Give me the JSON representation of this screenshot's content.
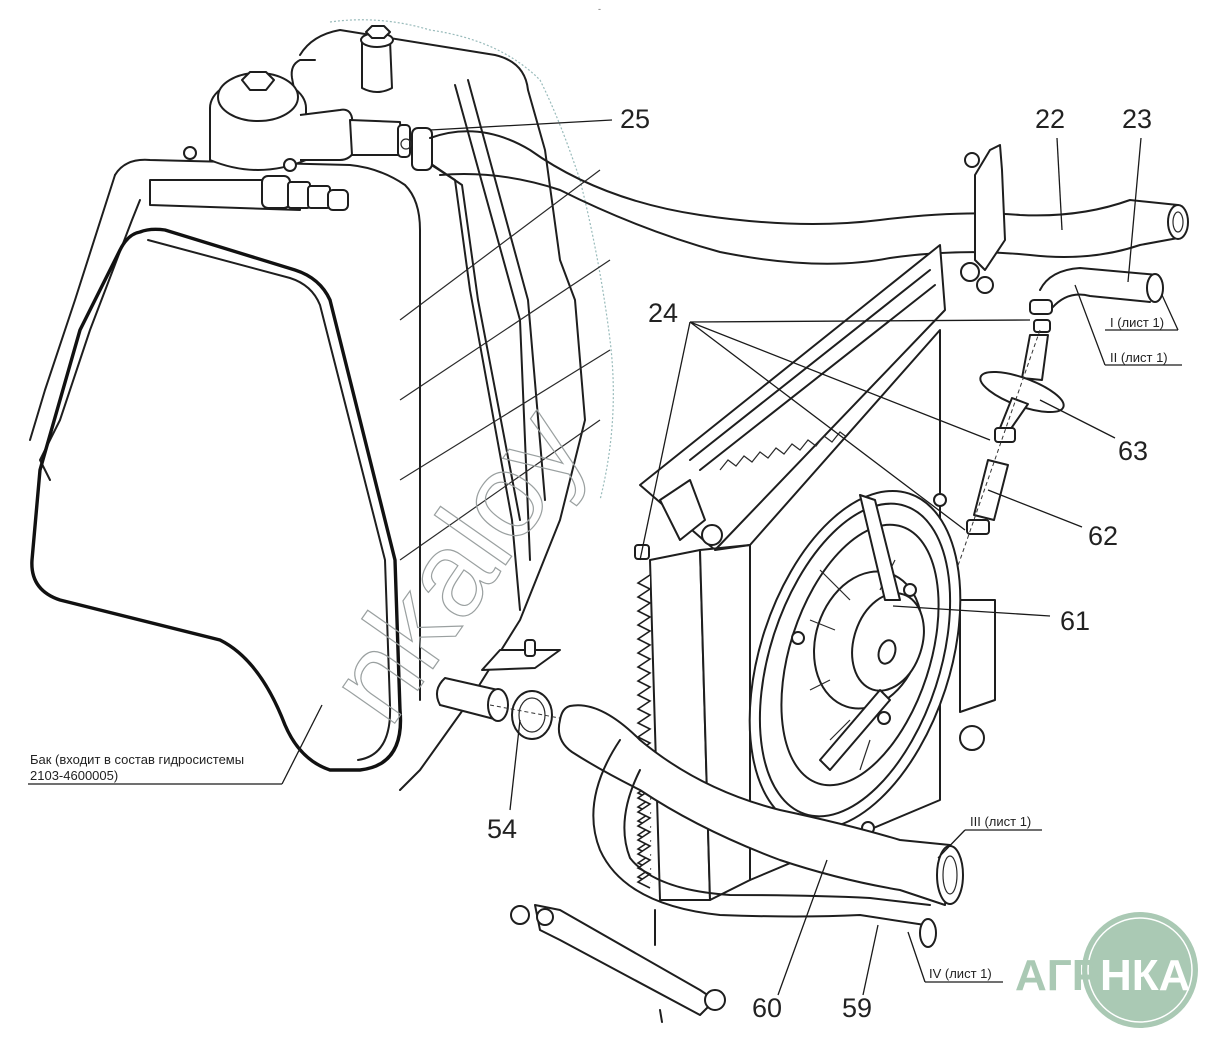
{
  "diagram": {
    "title_marker": "-",
    "callouts": [
      {
        "id": "c25",
        "label": "25"
      },
      {
        "id": "c22",
        "label": "22"
      },
      {
        "id": "c23",
        "label": "23"
      },
      {
        "id": "c24",
        "label": "24"
      },
      {
        "id": "c63",
        "label": "63"
      },
      {
        "id": "c62",
        "label": "62"
      },
      {
        "id": "c61",
        "label": "61"
      },
      {
        "id": "c54",
        "label": "54"
      },
      {
        "id": "c60",
        "label": "60"
      },
      {
        "id": "c59",
        "label": "59"
      }
    ],
    "sheet_refs": [
      {
        "id": "ref1",
        "label": "I (лист 1)"
      },
      {
        "id": "ref2",
        "label": "II (лист 1)"
      },
      {
        "id": "ref3",
        "label": "III (лист 1)"
      },
      {
        "id": "ref4",
        "label": "IV (лист 1)"
      }
    ],
    "tank_note": {
      "line1": "Бак (входит в состав гидросистемы",
      "line2": "2103-4600005)"
    },
    "components": {
      "tank": "hydraulic-tank",
      "radiator": "oil-cooler-radiator",
      "fan": "cooling-fan",
      "hoses": [
        "hose-22",
        "hose-23",
        "hose-59",
        "hose-60"
      ]
    }
  },
  "watermark": {
    "text": "nkaloy"
  },
  "logo": {
    "left_text": "АГРО",
    "right_text": "НКА",
    "color": "#aac9b4"
  }
}
